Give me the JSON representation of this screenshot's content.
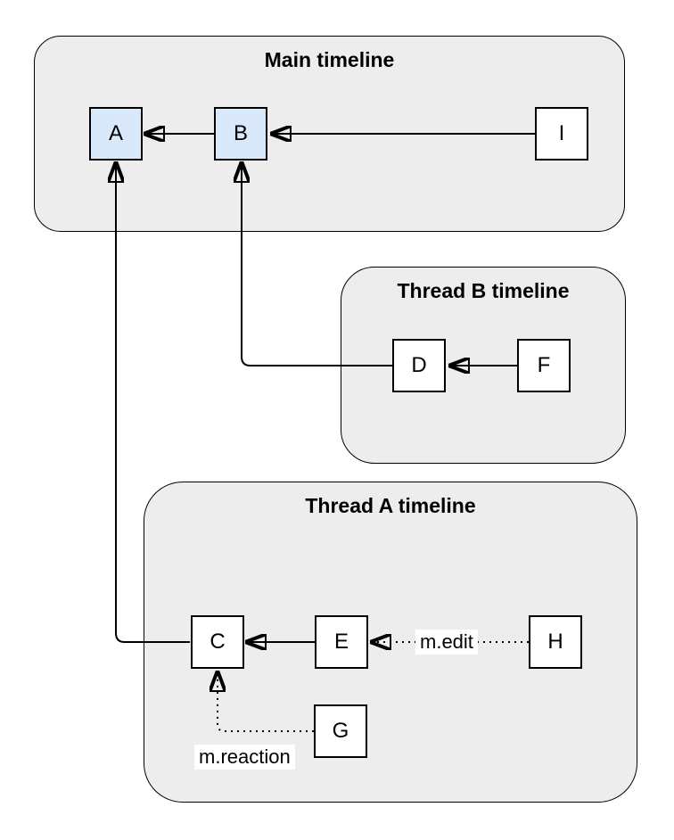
{
  "groups": [
    {
      "id": "main-timeline",
      "title": "Main timeline"
    },
    {
      "id": "thread-b-timeline",
      "title": "Thread B timeline"
    },
    {
      "id": "thread-a-timeline",
      "title": "Thread A timeline"
    }
  ],
  "nodes": [
    {
      "id": "A",
      "label": "A",
      "highlighted": true,
      "group": "main-timeline"
    },
    {
      "id": "B",
      "label": "B",
      "highlighted": true,
      "group": "main-timeline"
    },
    {
      "id": "I",
      "label": "I",
      "highlighted": false,
      "group": "main-timeline"
    },
    {
      "id": "D",
      "label": "D",
      "highlighted": false,
      "group": "thread-b-timeline"
    },
    {
      "id": "F",
      "label": "F",
      "highlighted": false,
      "group": "thread-b-timeline"
    },
    {
      "id": "C",
      "label": "C",
      "highlighted": false,
      "group": "thread-a-timeline"
    },
    {
      "id": "E",
      "label": "E",
      "highlighted": false,
      "group": "thread-a-timeline"
    },
    {
      "id": "H",
      "label": "H",
      "highlighted": false,
      "group": "thread-a-timeline"
    },
    {
      "id": "G",
      "label": "G",
      "highlighted": false,
      "group": "thread-a-timeline"
    }
  ],
  "edges": [
    {
      "from": "B",
      "to": "A",
      "style": "solid",
      "label": ""
    },
    {
      "from": "I",
      "to": "B",
      "style": "solid",
      "label": ""
    },
    {
      "from": "F",
      "to": "D",
      "style": "solid",
      "label": ""
    },
    {
      "from": "D",
      "to": "B",
      "style": "solid",
      "label": ""
    },
    {
      "from": "E",
      "to": "C",
      "style": "solid",
      "label": ""
    },
    {
      "from": "C",
      "to": "A",
      "style": "solid",
      "label": ""
    },
    {
      "from": "H",
      "to": "E",
      "style": "dotted",
      "label": "m.edit"
    },
    {
      "from": "G",
      "to": "C",
      "style": "dotted",
      "label": "m.reaction"
    }
  ],
  "colors": {
    "group_fill": "#ededed",
    "node_fill": "#ffffff",
    "node_highlight": "#dae8fc",
    "stroke": "#000000",
    "label_bg": "#ffffff"
  }
}
